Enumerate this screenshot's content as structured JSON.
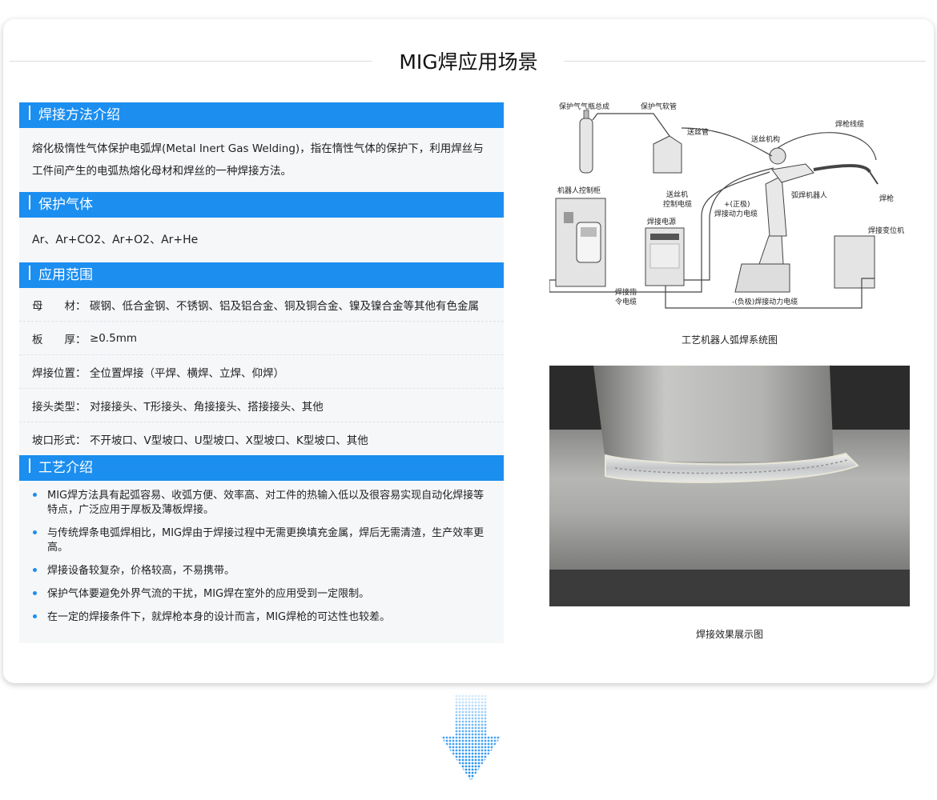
{
  "page": {
    "title": "MIG焊应用场景"
  },
  "sections": {
    "method": {
      "heading": "焊接方法介绍",
      "text": "熔化极惰性气体保护电弧焊(Metal Inert Gas Welding)，指在惰性气体的保护下，利用焊丝与工件间产生的电弧热熔化母材和焊丝的一种焊接方法。"
    },
    "gas": {
      "heading": "保护气体",
      "text": "Ar、Ar+CO2、Ar+O2、Ar+He"
    },
    "scope": {
      "heading": "应用范围",
      "rows": [
        {
          "key": "母　　材：",
          "value": "碳钢、低合金钢、不锈钢、铝及铝合金、铜及铜合金、镍及镍合金等其他有色金属"
        },
        {
          "key": "板　　厚：",
          "value": "≥0.5mm"
        },
        {
          "key": "焊接位置：",
          "value": "全位置焊接（平焊、横焊、立焊、仰焊）"
        },
        {
          "key": "接头类型：",
          "value": "对接接头、T形接头、角接接头、搭接接头、其他"
        },
        {
          "key": "坡口形式：",
          "value": "不开坡口、V型坡口、U型坡口、X型坡口、K型坡口、其他"
        }
      ]
    },
    "process": {
      "heading": "工艺介绍",
      "items": [
        "MIG焊方法具有起弧容易、收弧方便、效率高、对工件的热输入低以及很容易实现自动化焊接等特点，广泛应用于厚板及薄板焊接。",
        "与传统焊条电弧焊相比，MIG焊由于焊接过程中无需更换填充金属，焊后无需清渣，生产效率更高。",
        "焊接设备较复杂，价格较高，不易携带。",
        "保护气体要避免外界气流的干扰，MIG焊在室外的应用受到一定限制。",
        "在一定的焊接条件下，就焊枪本身的设计而言，MIG焊枪的可达性也较差。"
      ]
    }
  },
  "diagram": {
    "caption": "工艺机器人弧焊系统图",
    "labels": {
      "gas_bottle": "保护气气瓶总成",
      "gas_hose": "保护气软管",
      "wire_tube": "送丝管",
      "wire_feeder": "送丝机构",
      "torch_cable": "焊枪线缆",
      "robot_controller": "机器人控制柜",
      "feeder_cable_1": "送丝机",
      "feeder_cable_2": "控制电缆",
      "pos_cable_1": "+(正极)",
      "pos_cable_2": "焊接动力电缆",
      "arc_robot": "弧焊机器人",
      "torch": "焊枪",
      "power_source": "焊接电源",
      "positioner": "焊接变位机",
      "cmd_cable_1": "焊接指",
      "cmd_cable_2": "令电缆",
      "neg_cable": "-(负极)焊接动力电缆"
    }
  },
  "photo": {
    "caption": "焊接效果展示图"
  },
  "colors": {
    "accent": "#1b8ef0",
    "panel_bg": "#f6f7f9"
  },
  "icons": {
    "down_arrow": "down-arrow-icon"
  }
}
